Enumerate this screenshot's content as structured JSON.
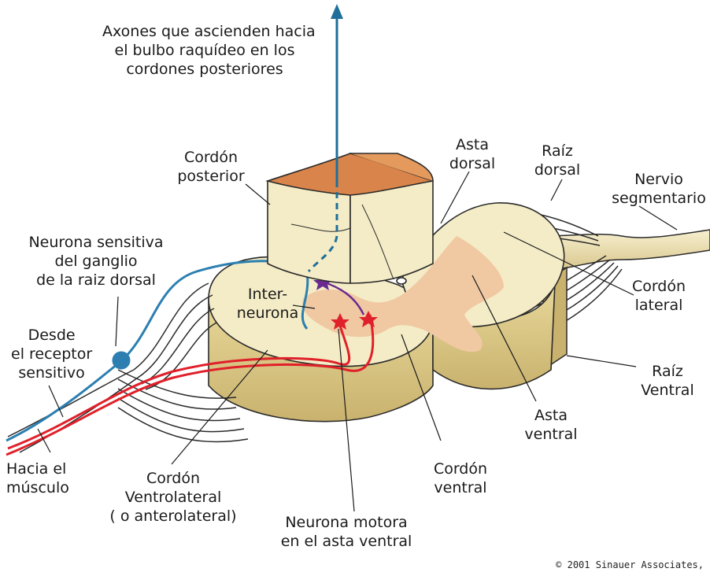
{
  "colors": {
    "tissue": "#f4ecc6",
    "tissue_side": "#d9c88c",
    "tissue_dark": "#b9a566",
    "gray_matter": "#f0c9a3",
    "cut_face": "#d9844a",
    "sensory": "#2c7fb0",
    "motor": "#e0202a",
    "interneuron": "#6a2a90",
    "ascending_axon": "#1f6f9a",
    "outline": "#2a2a2a"
  },
  "labels": {
    "ascending": [
      "Axones que ascienden hacia",
      "el bulbo raquídeo en los",
      "cordones posteriores"
    ],
    "cordon_posterior": [
      "Cordón",
      "posterior"
    ],
    "asta_dorsal": [
      "Asta",
      "dorsal"
    ],
    "raiz_dorsal": [
      "Raíz",
      "dorsal"
    ],
    "nervio": [
      "Nervio",
      "segmentario"
    ],
    "neurona_sensitiva": [
      "Neurona sensitiva",
      "del ganglio",
      "de la raiz dorsal"
    ],
    "interneurona": [
      "Inter-",
      "neurona"
    ],
    "cordon_lateral": [
      "Cordón",
      "lateral"
    ],
    "desde": [
      "Desde",
      "el receptor",
      "sensitivo"
    ],
    "raiz_ventral": [
      "Raíz",
      "Ventral"
    ],
    "asta_ventral": [
      "Asta",
      "ventral"
    ],
    "hacia": [
      "Hacia el",
      "músculo"
    ],
    "cordon_ventrolateral": [
      "Cordón",
      "Ventrolateral",
      "( o anterolateral)"
    ],
    "cordon_ventral": [
      "Cordón",
      "ventral"
    ],
    "neurona_motora": [
      "Neurona motora",
      "en el asta ventral"
    ]
  },
  "copyright": "© 2001 Sinauer Associates,"
}
